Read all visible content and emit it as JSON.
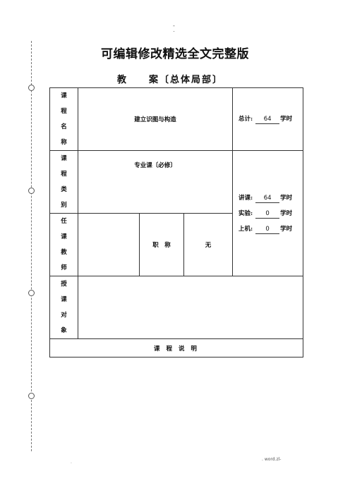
{
  "header_mark": {
    "dash": "-",
    "dot": "."
  },
  "heading": "可编辑修改精选全文完整版",
  "subheading": "教　　案〔总体局部〕",
  "table": {
    "course_name_label": [
      "课 程",
      "名 称"
    ],
    "course_name": "建立识图与构造",
    "total_prefix": "总计:",
    "total_value": "64",
    "unit": "学时",
    "course_type_label": [
      "课 程",
      "类 别"
    ],
    "course_type": "专业课〔必修〕",
    "lecture_prefix": "讲课:",
    "lecture_value": "64",
    "lab_prefix": "实验:",
    "lab_value": "0",
    "computer_prefix": "上机:",
    "computer_value": "0",
    "teacher_label": [
      "任 课",
      "教 师"
    ],
    "teacher_name": "",
    "title_label": "职　称",
    "title_value": "无",
    "audience_label": [
      "授 课",
      "对 象"
    ],
    "audience_value": "",
    "description_label": "课 程 说 明"
  },
  "footer": {
    "left": ".",
    "right": ". word.zl-"
  }
}
